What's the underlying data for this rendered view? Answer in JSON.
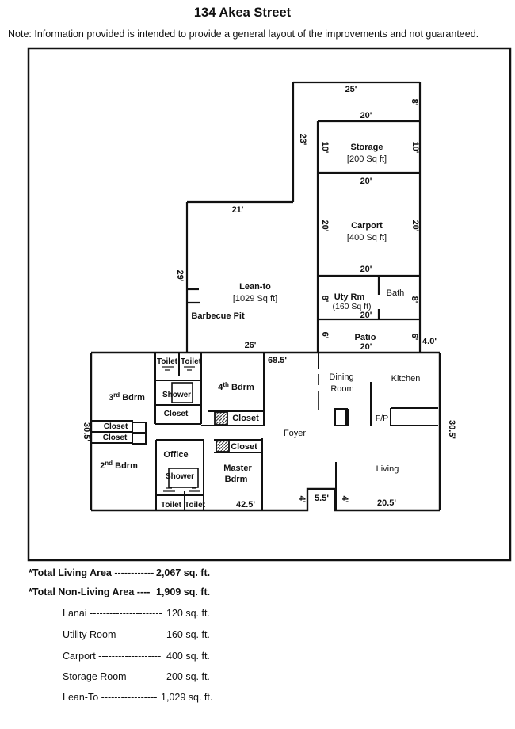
{
  "title": "134 Akea Street",
  "note": "Note:  Information provided is intended to provide a general layout of the improvements and not guaranteed.",
  "plan": {
    "rooms": {
      "storage": {
        "name": "Storage",
        "area": "[200 Sq ft]"
      },
      "carport": {
        "name": "Carport",
        "area": "[400 Sq ft]"
      },
      "uty": {
        "name": "Uty Rm",
        "area": "(160 Sq ft)"
      },
      "bath": "Bath",
      "patio": "Patio",
      "leanto": {
        "name": "Lean-to",
        "area": "[1029 Sq ft]"
      },
      "bbq": "Barbecue Pit",
      "bdrm3": {
        "num": "3",
        "sup": "rd",
        "rest": " Bdrm"
      },
      "bdrm4": {
        "num": "4",
        "sup": "th",
        "rest": " Bdrm"
      },
      "bdrm2": {
        "num": "2",
        "sup": "nd",
        "rest": " Bdrm"
      },
      "office": "Office",
      "shower": "Shower",
      "closet": "Closet",
      "toilet": "Toilet",
      "master": {
        "line1": "Master",
        "line2": "Bdrm"
      },
      "foyer": "Foyer",
      "dining": {
        "line1": "Dining",
        "line2": "Room"
      },
      "kitchen": "Kitchen",
      "fp": "F/P",
      "living": "Living"
    },
    "dims": {
      "d25": "25'",
      "d8": "8'",
      "d20": "20'",
      "d10": "10'",
      "d23": "23'",
      "d21": "21'",
      "d29": "29'",
      "d26": "26'",
      "d685": "68.5'",
      "d305": "30.5'",
      "d425": "42.5'",
      "d4": "4'",
      "d55": "5.5'",
      "d205": "20.5'",
      "d40": "4.0'",
      "d6": "6'"
    }
  },
  "summary": {
    "rows": [
      {
        "label": "*Total Living Area ",
        "dashes": "------------",
        "value": "2,067 sq. ft."
      },
      {
        "label": "*Total Non-Living Area ",
        "dashes": "----",
        "value": "1,909 sq. ft."
      },
      {
        "label": "Lanai ",
        "dashes": "----------------------",
        "value": "120 sq. ft."
      },
      {
        "label": "Utility Room ",
        "dashes": "------------",
        "value": "160 sq. ft."
      },
      {
        "label": "Carport ",
        "dashes": "-------------------",
        "value": "400 sq. ft."
      },
      {
        "label": "Storage Room ",
        "dashes": "----------",
        "value": "200 sq. ft."
      },
      {
        "label": "Lean-To ",
        "dashes": "-----------------",
        "value": "1,029 sq. ft."
      }
    ]
  }
}
